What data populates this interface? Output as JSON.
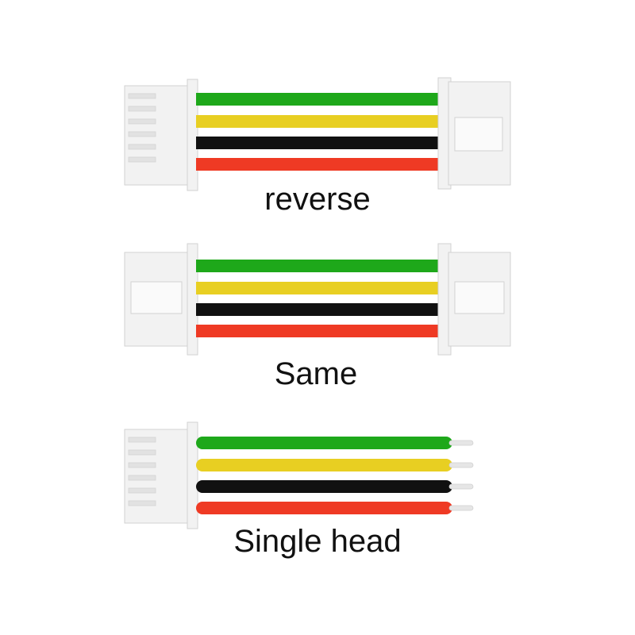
{
  "colors": {
    "background": "#ffffff",
    "connector_fill": "#f2f2f2",
    "connector_stroke": "#d2d2d2",
    "pin": "#e2e2e2",
    "caption_text": "#111111"
  },
  "wire_colors": [
    {
      "name": "green",
      "hex": "#1ea81a"
    },
    {
      "name": "yellow",
      "hex": "#e8cf22"
    },
    {
      "name": "black",
      "hex": "#111111"
    },
    {
      "name": "red",
      "hex": "#ef3a24"
    }
  ],
  "cables": [
    {
      "id": "reverse",
      "caption": "reverse",
      "left_connector": "pin-header",
      "right_connector": "housing-with-slot",
      "wire_end": "connector"
    },
    {
      "id": "same",
      "caption": "Same",
      "left_connector": "housing-with-slot",
      "right_connector": "housing-with-slot",
      "wire_end": "connector"
    },
    {
      "id": "single",
      "caption": "Single head",
      "left_connector": "pin-header",
      "right_connector": "none",
      "wire_end": "bare-tinned"
    }
  ]
}
